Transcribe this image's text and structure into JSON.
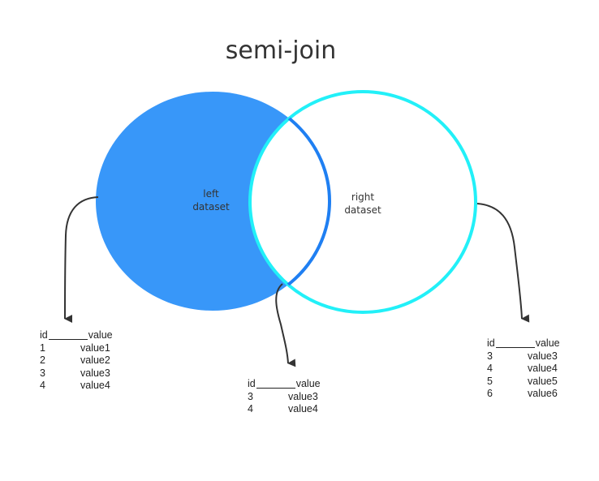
{
  "diagram": {
    "title": "semi-join",
    "colors": {
      "left_fill": "#3897f9",
      "right_stroke": "#22f0f8",
      "overlap_stroke": "#1f7ff2",
      "arrow": "#333333",
      "text": "#333333"
    },
    "left_set": {
      "label_lines": [
        "left",
        "dataset"
      ]
    },
    "right_set": {
      "label_lines": [
        "right",
        "dataset"
      ]
    }
  },
  "tables": {
    "left": {
      "header": {
        "id": "id",
        "value": "value"
      },
      "rows": [
        {
          "id": "1",
          "value": "value1"
        },
        {
          "id": "2",
          "value": "value2"
        },
        {
          "id": "3",
          "value": "value3"
        },
        {
          "id": "4",
          "value": "value4"
        }
      ]
    },
    "result": {
      "header": {
        "id": "id",
        "value": "value"
      },
      "rows": [
        {
          "id": "3",
          "value": "value3"
        },
        {
          "id": "4",
          "value": "value4"
        }
      ]
    },
    "right": {
      "header": {
        "id": "id",
        "value": "value"
      },
      "rows": [
        {
          "id": "3",
          "value": "value3"
        },
        {
          "id": "4",
          "value": "value4"
        },
        {
          "id": "5",
          "value": "value5"
        },
        {
          "id": "6",
          "value": "value6"
        }
      ]
    }
  }
}
